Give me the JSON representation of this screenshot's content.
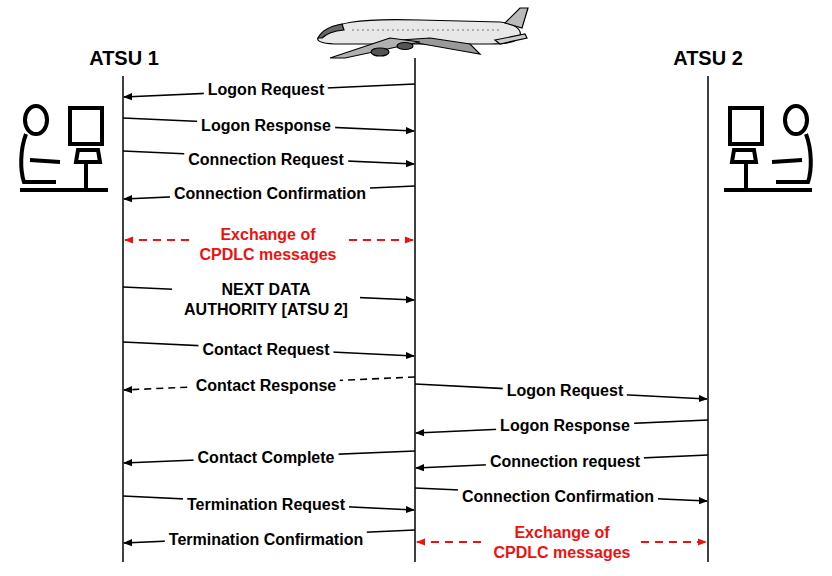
{
  "diagram": {
    "nodes": [
      {
        "text": [
          "ATSU 1"
        ]
      },
      {
        "text": [
          "ATSU 2"
        ]
      }
    ],
    "labels": [
      "Logon Request",
      "Logon Response",
      "Connection Request",
      "Connection Confirmation",
      "Exchange of CPDLC messages",
      "NEXT DATA AUTHORITY [ATSU 2]",
      "Contact Request",
      "Contact Response",
      "Logon Request",
      "Logon Response",
      "Contact Complete",
      "Connection request",
      "Connection Confirmation",
      "Termination Request",
      "Termination Confirmation",
      "Exchange of CPDLC messages"
    ]
  }
}
